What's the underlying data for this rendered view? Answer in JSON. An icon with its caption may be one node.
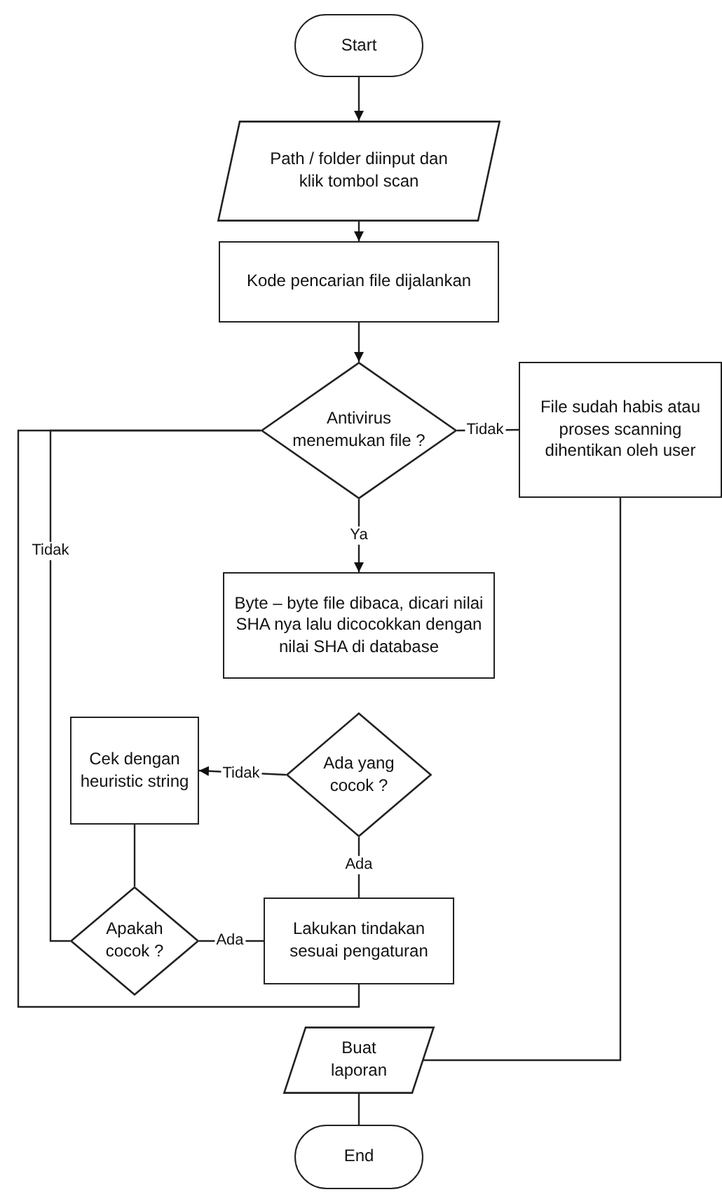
{
  "diagram": {
    "nodes": [
      {
        "text": [
          "Start"
        ]
      },
      {
        "text": [
          "Path / folder diinput dan klik tombol scan"
        ]
      },
      {
        "text": [
          "Kode pencarian file dijalankan"
        ]
      },
      {
        "text": [
          "Antivirus menemukan file ?"
        ]
      },
      {
        "text": [
          "File sudah habis atau proses scanning dihentikan oleh user"
        ]
      },
      {
        "text": [
          "Byte – byte file dibaca, dicari nilai SHA nya lalu dicocokkan dengan nilai SHA di database"
        ]
      },
      {
        "text": [
          "Ada yang cocok ?"
        ]
      },
      {
        "text": [
          "Cek dengan heuristic string"
        ]
      },
      {
        "text": [
          "Apakah cocok ?"
        ]
      },
      {
        "text": [
          "Lakukan tindakan sesuai pengaturan"
        ]
      },
      {
        "text": [
          "Buat laporan"
        ]
      },
      {
        "text": [
          "End"
        ]
      }
    ],
    "edges": [
      {
        "from": 0,
        "to": 1,
        "arrow": "to"
      },
      {
        "from": 1,
        "to": 2,
        "arrow": "to"
      },
      {
        "from": 2,
        "to": 3,
        "arrow": "to"
      },
      {
        "from": 3,
        "to": 4,
        "arrow": "none",
        "label": "Tidak"
      },
      {
        "from": 3,
        "to": 5,
        "arrow": "to",
        "label": "Ya"
      },
      {
        "from": 6,
        "to": 7,
        "arrow": "to",
        "label": "Tidak"
      },
      {
        "from": 6,
        "to": 9,
        "arrow": "none",
        "label": "Ada"
      },
      {
        "from": 7,
        "to": 8,
        "arrow": "none"
      },
      {
        "from": 8,
        "to": 9,
        "arrow": "none",
        "label": "Ada"
      },
      {
        "from": 8,
        "to": 3,
        "arrow": "none",
        "label": "Tidak"
      },
      {
        "from": 9,
        "to": 3,
        "arrow": "none"
      },
      {
        "from": 4,
        "to": 10,
        "arrow": "none"
      },
      {
        "from": 10,
        "to": 11,
        "arrow": "none"
      }
    ]
  }
}
